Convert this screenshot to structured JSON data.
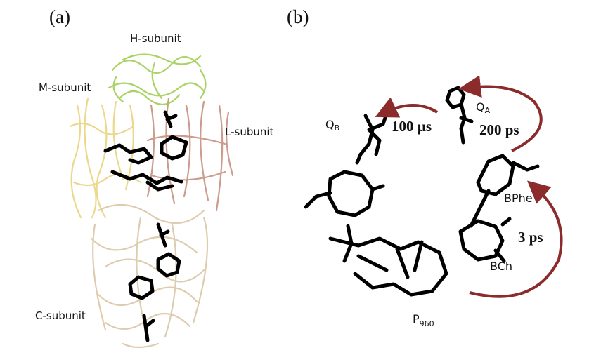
{
  "panels": {
    "a": "(a)",
    "b": "(b)"
  },
  "subunits": {
    "h": "H-subunit",
    "m": "M-subunit",
    "l": "L-subunit",
    "c": "C-subunit"
  },
  "cofactors": {
    "qb": {
      "main": "Q",
      "sub": "B"
    },
    "qa": {
      "main": "Q",
      "sub": "A"
    },
    "bphe": "BPhe",
    "bch": "BCh",
    "p960": {
      "main": "P",
      "sub": "960"
    }
  },
  "rates": {
    "qa_to_qb": "100 µs",
    "bphe_to_qa": "200 ps",
    "p_to_bphe": "3 ps"
  },
  "colors": {
    "h": "#9ccc4a",
    "m": "#e9d27a",
    "l": "#c48a78",
    "c": "#d9c4a0",
    "arrow": "#8b2b2b"
  }
}
